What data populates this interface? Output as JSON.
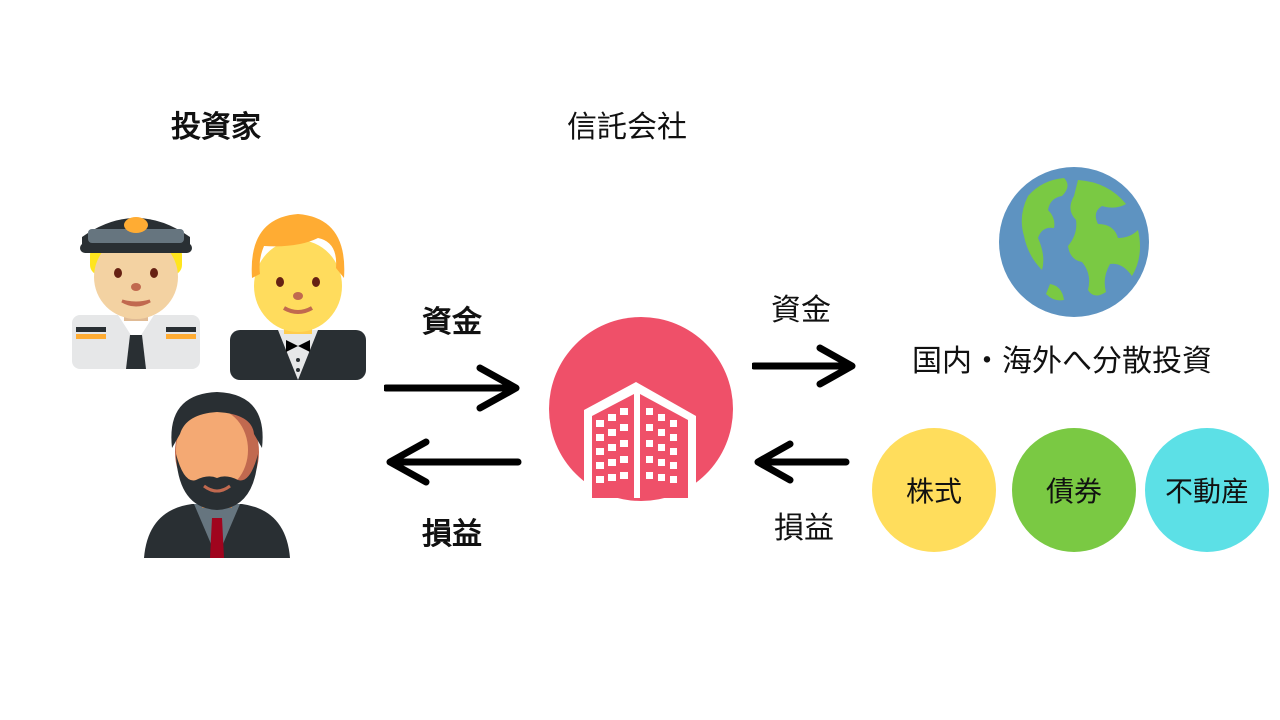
{
  "labels": {
    "investors": "投資家",
    "trust_company": "信託会社",
    "funds_left": "資金",
    "profit_left": "損益",
    "funds_right": "資金",
    "profit_right": "損益",
    "diversified": "国内・海外へ分散投資"
  },
  "assets": [
    {
      "label": "株式",
      "color": "#FFDD5C"
    },
    {
      "label": "債券",
      "color": "#7AC943"
    },
    {
      "label": "不動産",
      "color": "#5CE0E6"
    }
  ],
  "colors": {
    "building_circle": "#EF5069",
    "globe_ocean": "#5E93C1",
    "globe_land": "#7AC943",
    "arrow": "#000000"
  },
  "icons": {
    "pilot": "pilot-icon",
    "waiter": "waiter-icon",
    "businessman": "businessman-icon",
    "building": "building-icon",
    "globe": "globe-icon"
  }
}
